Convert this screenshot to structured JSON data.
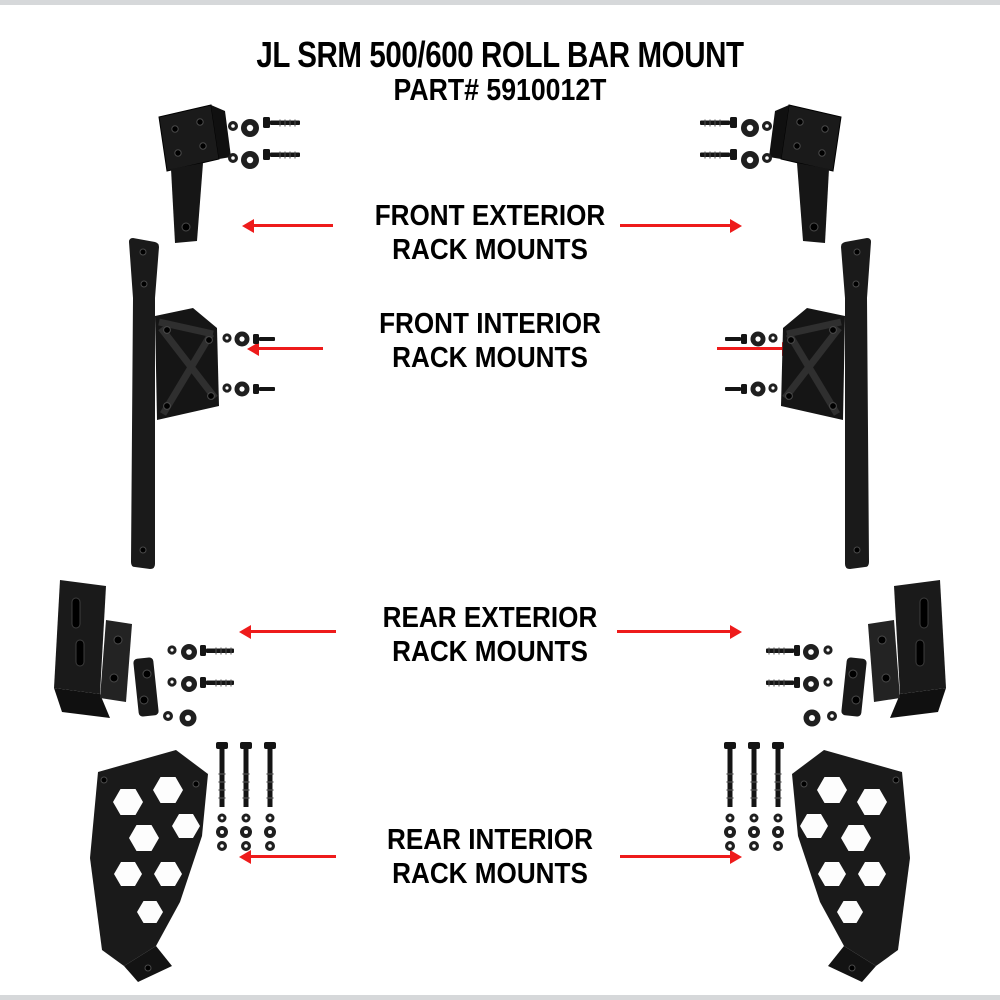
{
  "title": "JL SRM 500/600 ROLL BAR MOUNT",
  "part_number": "PART# 5910012T",
  "labels": [
    {
      "id": "front-exterior",
      "line1": "FRONT EXTERIOR",
      "line2": "RACK MOUNTS"
    },
    {
      "id": "front-interior",
      "line1": "FRONT INTERIOR",
      "line2": "RACK MOUNTS"
    },
    {
      "id": "rear-exterior",
      "line1": "REAR EXTERIOR",
      "line2": "RACK MOUNTS"
    },
    {
      "id": "rear-interior",
      "line1": "REAR INTERIOR",
      "line2": "RACK MOUNTS"
    }
  ],
  "parts": [
    {
      "name": "front-exterior-rack-mount",
      "sides": [
        "left",
        "right"
      ]
    },
    {
      "name": "front-interior-rack-mount",
      "sides": [
        "left",
        "right"
      ]
    },
    {
      "name": "rear-exterior-rack-mount",
      "sides": [
        "left",
        "right"
      ]
    },
    {
      "name": "rear-interior-rack-mount",
      "sides": [
        "left",
        "right"
      ]
    }
  ],
  "colors": {
    "arrow": "#ee1b1b",
    "text": "#000000",
    "background": "#ffffff",
    "part": "#1a1a1a"
  }
}
